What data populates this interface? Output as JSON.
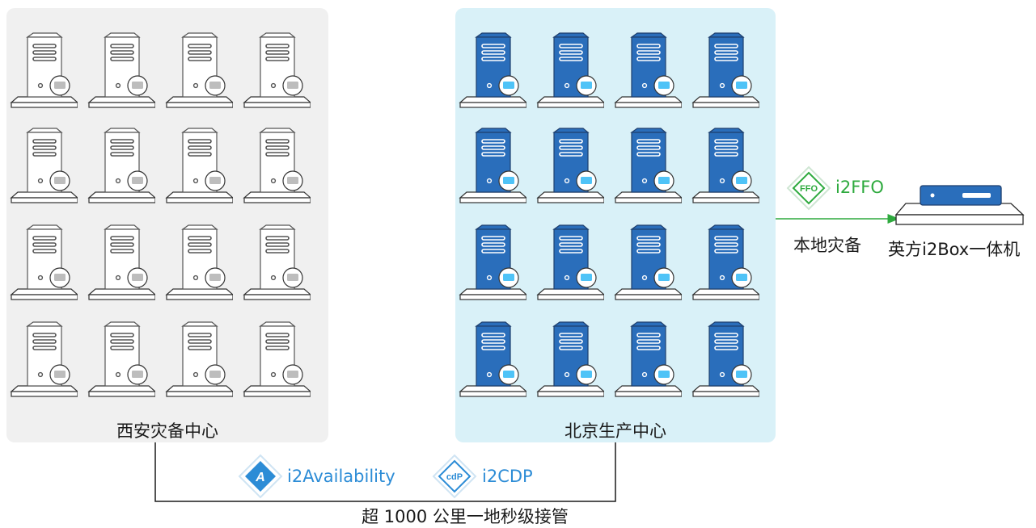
{
  "left_center": {
    "title": "西安灾备中心",
    "server_count": 16
  },
  "right_center": {
    "title": "北京生产中心",
    "server_count": 16
  },
  "local_link": {
    "product": "i2FFO",
    "badge_text": "FFO",
    "caption": "本地灾备",
    "target": "英方i2Box一体机"
  },
  "remote_link": {
    "products": [
      {
        "name": "i2Availability",
        "badge_text": "A",
        "icon": "availability-icon"
      },
      {
        "name": "i2CDP",
        "badge_text": "cdP",
        "icon": "cdp-icon"
      }
    ],
    "caption": "超 1000 公里一地秒级接管"
  },
  "colors": {
    "left_panel_bg": "#f0f0f0",
    "right_panel_bg": "#d9f1f8",
    "server_blue": "#2a6ebb",
    "ffo_green": "#2eaa3e",
    "accent_blue": "#2c8cd6"
  }
}
